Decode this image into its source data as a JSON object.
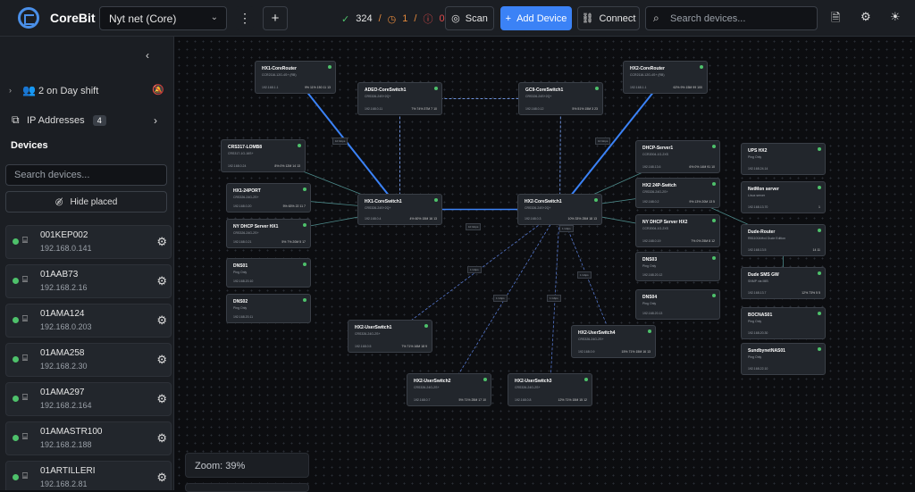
{
  "app": {
    "name": "CoreBit",
    "logo_color": "#4a8fe8"
  },
  "network_select": {
    "value": "Nyt net (Core)"
  },
  "status_counts": {
    "ok": "324",
    "warn": "1",
    "err": "0"
  },
  "toolbar": {
    "scan": "Scan",
    "add_device": "Add Device",
    "connect": "Connect",
    "search_placeholder": "Search devices..."
  },
  "sidebar": {
    "shift": {
      "label": "2 on Day shift"
    },
    "ip": {
      "label": "IP Addresses",
      "count": "4"
    },
    "devices_heading": "Devices",
    "search_placeholder": "Search devices...",
    "hide_placed": "Hide placed",
    "devices": [
      {
        "name": "001KEP002",
        "ip": "192.168.0.141"
      },
      {
        "name": "01AAB73",
        "ip": "192.168.2.16"
      },
      {
        "name": "01AMA124",
        "ip": "192.168.0.203"
      },
      {
        "name": "01AMA258",
        "ip": "192.168.2.30"
      },
      {
        "name": "01AMA297",
        "ip": "192.168.2.164"
      },
      {
        "name": "01AMASTR100",
        "ip": "192.168.2.188"
      },
      {
        "name": "01ARTILLERI",
        "ip": "192.168.2.81"
      }
    ]
  },
  "canvas": {
    "zoom_label": "Zoom: 39%",
    "nodes": [
      {
        "id": "hx1core",
        "name": "HX1-CoreRouter",
        "sub": "CCR2116-12G-4S+ (RB)",
        "ip": "192.168.1.1",
        "stats": "9%  11%  150  11  13"
      },
      {
        "id": "adeo",
        "name": "ADEO-CoreSwitch1",
        "sub": "CRS326-24S+2Q+",
        "ip": "192.168.0.11",
        "stats": "7%  74%  37M  7  10"
      },
      {
        "id": "gc9",
        "name": "GC9-CoreSwitch1",
        "sub": "CRS326-24S+2Q+",
        "ip": "192.168.0.12",
        "stats": "5%  51%  15M  3  23"
      },
      {
        "id": "hx2core",
        "name": "HX2-CoreRouter",
        "sub": "CCR2116-12G-4S+ (RB)",
        "ip": "192.168.1.1",
        "stats": "62%  9%  15M  99  100"
      },
      {
        "id": "crs317",
        "name": "CRS317-LOMB8",
        "sub": "CRS317-1G-16S+",
        "ip": "192.168.0.24",
        "stats": "8%  0%  12M  14  13"
      },
      {
        "id": "hx1_24",
        "name": "HX1-24PORT",
        "sub": "CRS326-24G-2S+",
        "ip": "192.168.0.20",
        "stats": "5%  63%  22  11  7"
      },
      {
        "id": "nydhcp1",
        "name": "NY DHCP Server HX1",
        "sub": "CRS326-24G-2S+",
        "ip": "192.168.0.21",
        "stats": "5%  7%  20M  5  17"
      },
      {
        "id": "dns01",
        "name": "DNS01",
        "sub": "Ping Only",
        "ip": "192.168.20.10",
        "stats": ""
      },
      {
        "id": "dns02",
        "name": "DNS02",
        "sub": "Ping Only",
        "ip": "192.168.20.11",
        "stats": ""
      },
      {
        "id": "hx1cs",
        "name": "HX1-CoreSwitch1",
        "sub": "CRS326-24S+2Q+",
        "ip": "192.168.0.4",
        "stats": "4%  60%  15M  16  13"
      },
      {
        "id": "hx2cs",
        "name": "HX2-CoreSwitch1",
        "sub": "CRS326-24S+2Q+",
        "ip": "192.168.0.3",
        "stats": "10%  33%  25M  18  13"
      },
      {
        "id": "dhcp1",
        "name": "DHCP-Server1",
        "sub": "CCR2004-1G-2XS",
        "ip": "192.168.13.6",
        "stats": "6%  0%  14M  91  10"
      },
      {
        "id": "hx224",
        "name": "HX2 24P-Switch",
        "sub": "CRS326-24G-2S+",
        "ip": "192.168.0.2",
        "stats": "9%  13%  20M  13  5"
      },
      {
        "id": "nydhcp2",
        "name": "NY DHCP Server HX2",
        "sub": "CCR2004-1G-2XS",
        "ip": "192.168.0.19",
        "stats": "7%  0%  25M  8  12"
      },
      {
        "id": "dns03",
        "name": "DNS03",
        "sub": "Ping Only",
        "ip": "192.168.20.12",
        "stats": ""
      },
      {
        "id": "dns04",
        "name": "DNS04",
        "sub": "Ping Only",
        "ip": "192.168.20.13",
        "stats": ""
      },
      {
        "id": "ups",
        "name": "UPS HX2",
        "sub": "Ping Only",
        "ip": "192.168.24.14",
        "stats": ""
      },
      {
        "id": "netmon",
        "name": "NetMon server",
        "sub": "Linux server",
        "ip": "192.168.13.70",
        "stats": "1"
      },
      {
        "id": "dude",
        "name": "Dude-Router",
        "sub": "RB1100AHx4 Dude Edition",
        "ip": "192.168.13.5",
        "stats": "14  11"
      },
      {
        "id": "dudesms",
        "name": "Dude SMS GW",
        "sub": "SNMP via MIB",
        "ip": "192.168.13.7",
        "stats": "12%  73%  5  5"
      },
      {
        "id": "bocnas",
        "name": "BOCNAS01",
        "sub": "Ping Only",
        "ip": "192.168.20.30",
        "stats": ""
      },
      {
        "id": "sundby",
        "name": "SundbynetNAS01",
        "sub": "Ping Only",
        "ip": "192.168.22.10",
        "stats": ""
      },
      {
        "id": "us1",
        "name": "HX2-UserSwitch1",
        "sub": "CRS326-24G-2S+",
        "ip": "192.168.0.5",
        "stats": "7%  71%  16M  18  9"
      },
      {
        "id": "us4",
        "name": "HX2-UserSwitch4",
        "sub": "CRS326-24G-2S+",
        "ip": "192.168.0.9",
        "stats": "15%  71%  15M  16  13"
      },
      {
        "id": "us2",
        "name": "HX2-UserSwitch2",
        "sub": "CRS326-24G-2S+",
        "ip": "192.168.0.7",
        "stats": "5%  71%  25M  17  10"
      },
      {
        "id": "us3",
        "name": "HX2-UserSwitch3",
        "sub": "CRS326-24G-2S+",
        "ip": "192.168.0.8",
        "stats": "12%  71%  15M  15  12"
      }
    ],
    "link_labels": [
      "10 Gbps",
      "10 Gbps",
      "10 Gbps",
      "1 Gbps",
      "1 Gbps",
      "1 Gbps",
      "1 Gbps",
      "1 Gbps"
    ]
  },
  "colors": {
    "accent": "#3b82f6",
    "ok": "#4ec16b",
    "warn": "#e58a3c",
    "err": "#e24b4b"
  }
}
